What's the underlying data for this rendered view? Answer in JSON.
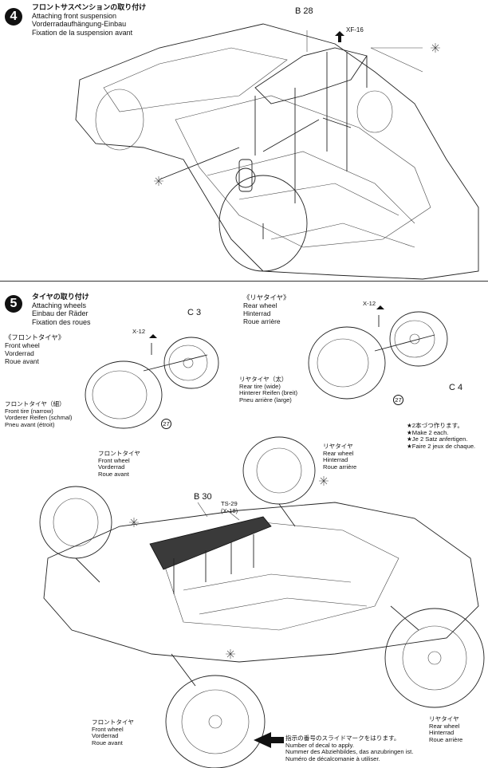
{
  "step4": {
    "number": "4",
    "title_lines": [
      "フロントサスペンションの取り付け",
      "Attaching front suspension",
      "Vorderradaufhängung-Einbau",
      "Fixation de la suspension avant"
    ],
    "part_b28": "B 28",
    "screw_xf16": "XF-16"
  },
  "step5": {
    "number": "5",
    "title_lines": [
      "タイヤの取り付け",
      "Attaching wheels",
      "Einbau der Räder",
      "Fixation des roues"
    ],
    "front_header_lines": [
      "《フロントタイヤ》",
      "Front wheel",
      "Vorderrad",
      "Roue avant"
    ],
    "rear_header_lines": [
      "《リヤタイヤ》",
      "Rear wheel",
      "Hinterrad",
      "Roue arrière"
    ],
    "part_c3": "C 3",
    "part_c4": "C 4",
    "screw_x12_left": "X-12",
    "screw_x12_right": "X-12",
    "marker_27_left": "27",
    "marker_27_right": "27",
    "front_tire_lines": [
      "フロントタイヤ（細）",
      "Front tire (narrow)",
      "Vorderer Reifen (schmal)",
      "Pneu avant (étroit)"
    ],
    "rear_tire_lines": [
      "リヤタイヤ（太）",
      "Rear tire (wide)",
      "Hinterer Reifen (breit)",
      "Pneu arrière (large)"
    ],
    "make_two_lines": [
      "★2本づつ作ります。",
      "★Make 2 each.",
      "★Je 2 Satz anfertigen.",
      "★Faire 2 jeux de chaque."
    ],
    "front_wheel_top_lines": [
      "フロントタイヤ",
      "Front wheel",
      "Vorderrad",
      "Roue avant"
    ],
    "rear_wheel_top_lines": [
      "リヤタイヤ",
      "Rear wheel",
      "Hinterrad",
      "Roue arrière"
    ],
    "part_b30": "B 30",
    "screw_ts29_lines": [
      "TS-29",
      "(X-18)"
    ],
    "front_wheel_bottom_lines": [
      "フロントタイヤ",
      "Front wheel",
      "Vorderrad",
      "Roue avant"
    ],
    "rear_wheel_bottom_lines": [
      "リヤタイヤ",
      "Rear wheel",
      "Hinterrad",
      "Roue arrière"
    ],
    "decal_note_lines": [
      "指示の番号のスライドマークをはります。",
      "Number of decal to apply.",
      "Nummer des Abziehbildes, das anzubringen ist.",
      "Numéro de décalcomanie à utiliser."
    ]
  }
}
